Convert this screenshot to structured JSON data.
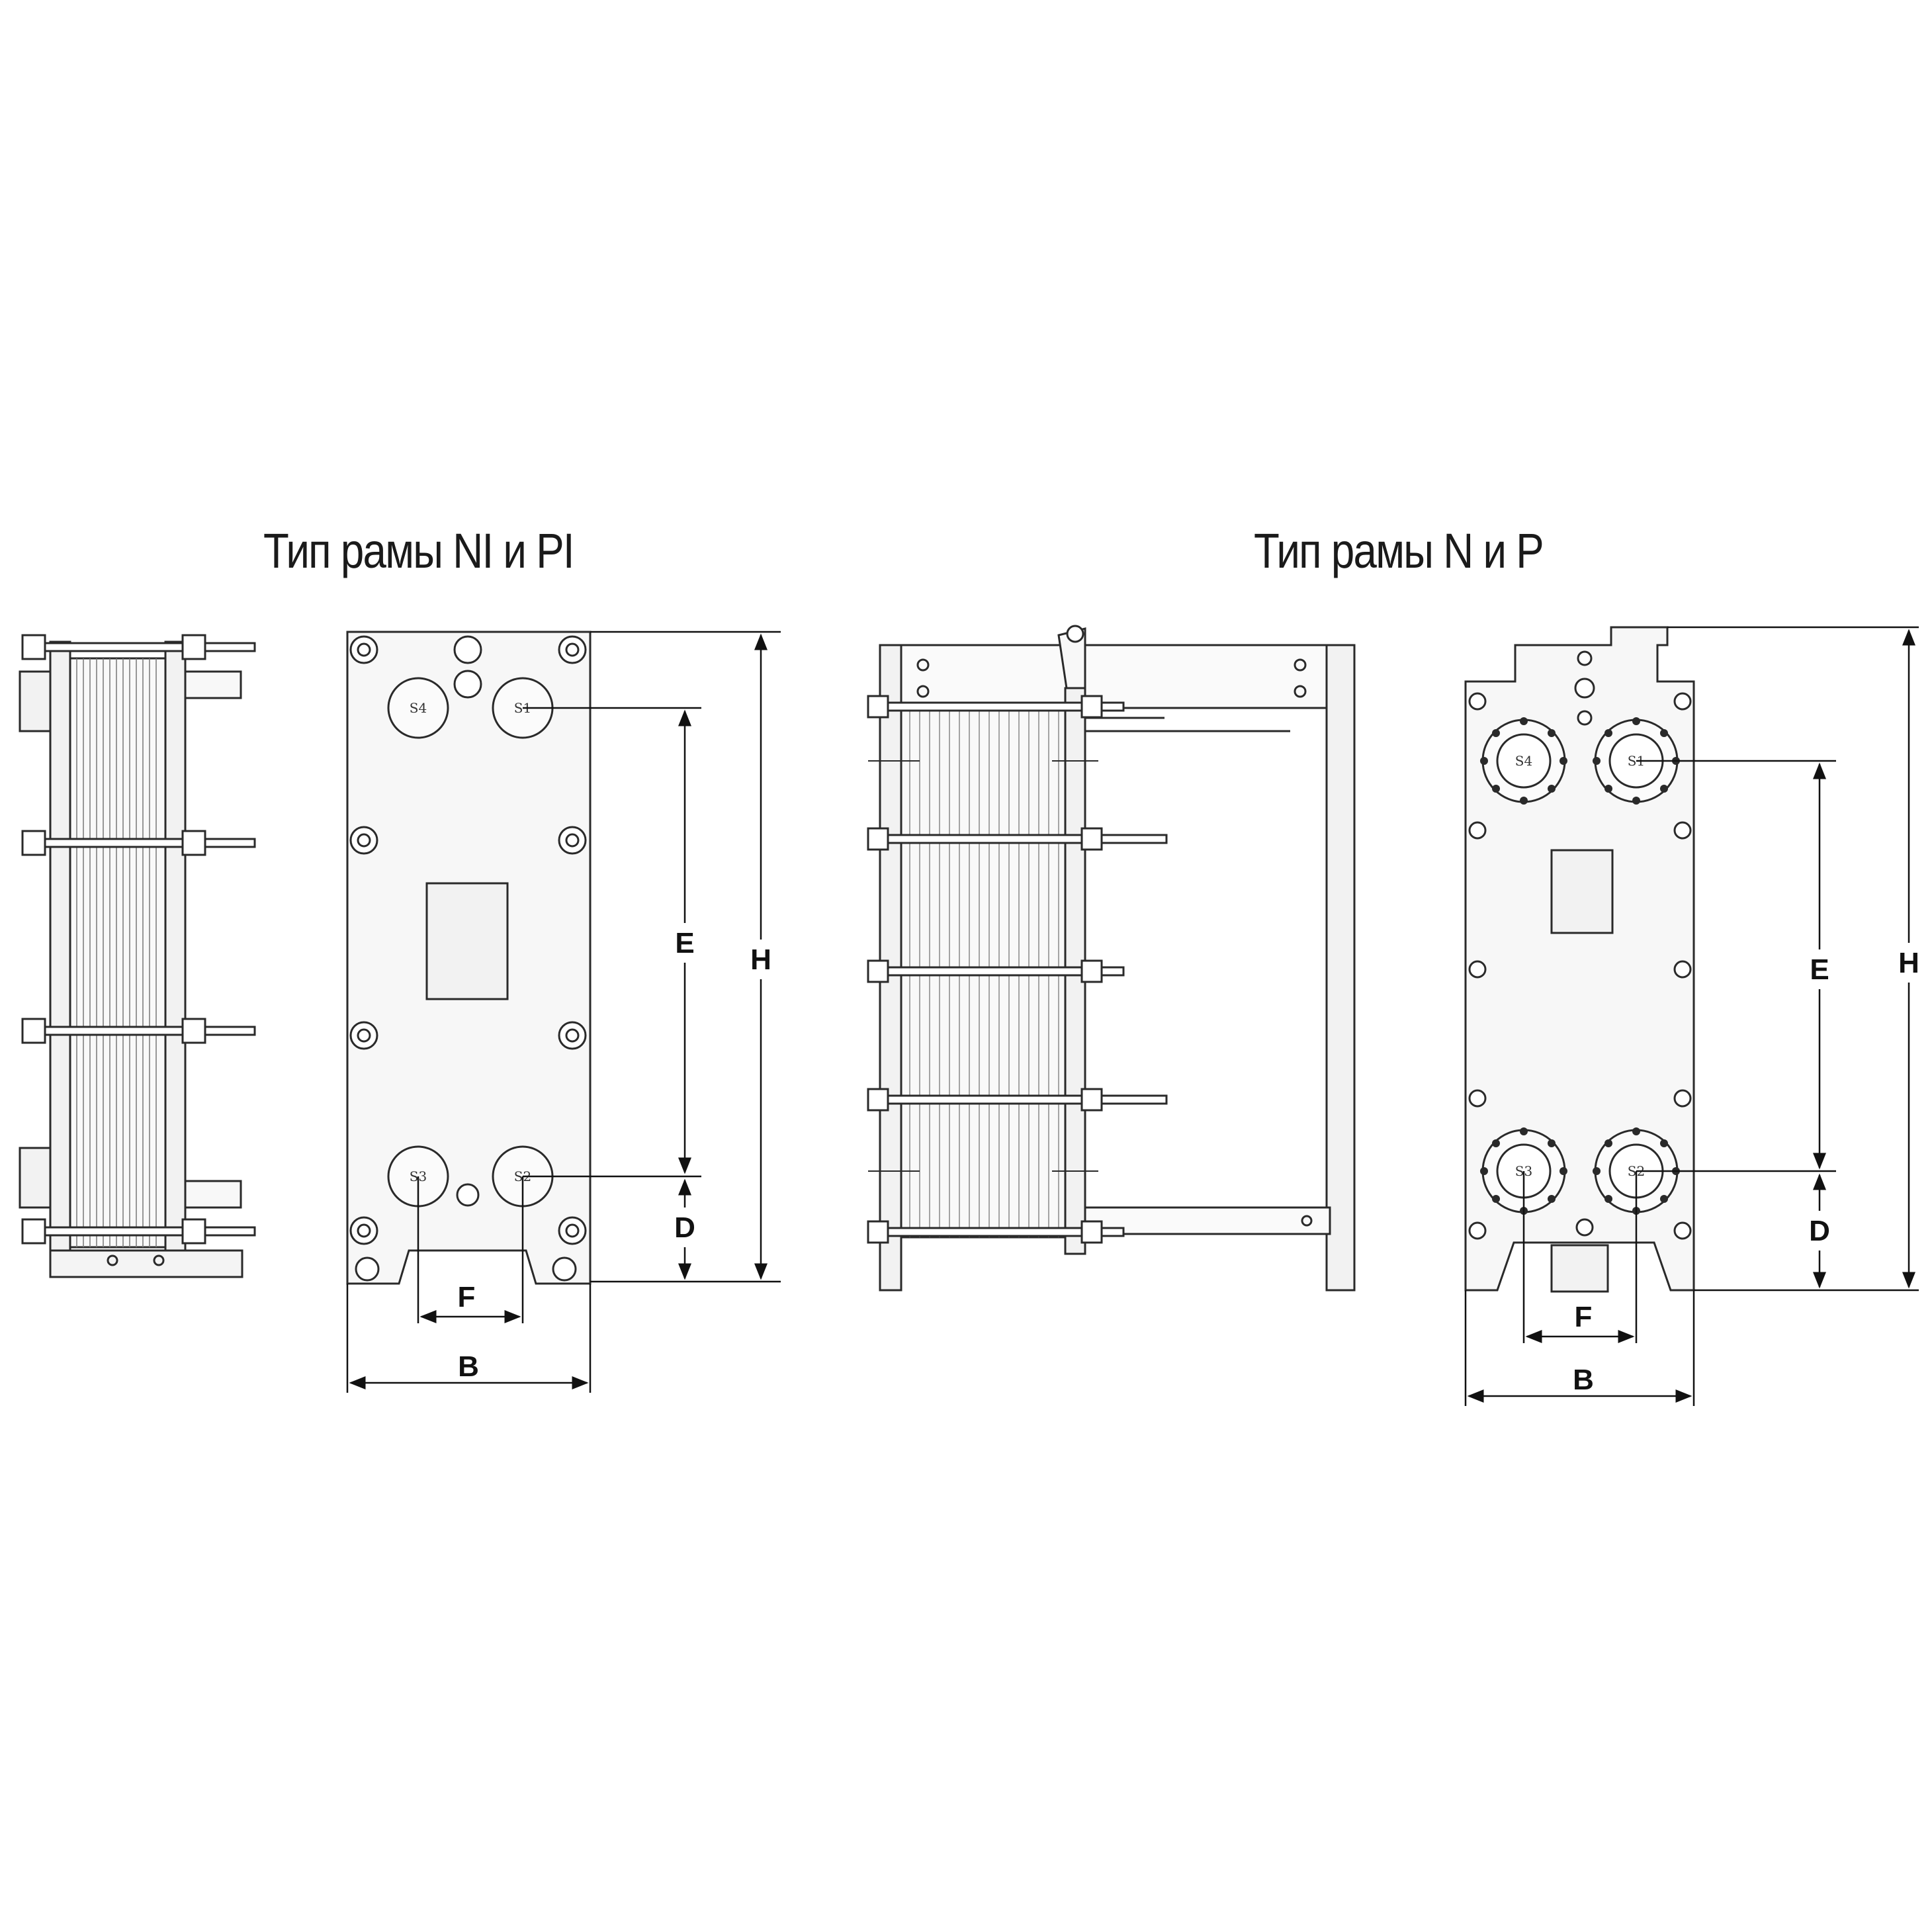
{
  "titles": {
    "left": "Тип рамы NI и PI",
    "right": "Тип рамы N и P"
  },
  "dimensions": {
    "E": "E",
    "H": "H",
    "D": "D",
    "F": "F",
    "B": "B"
  },
  "ports": {
    "s1": "S1",
    "s2": "S2",
    "s3": "S3",
    "s4": "S4"
  },
  "colors": {
    "line": "#2a2a2a",
    "plate_fill": "#f7f7f7",
    "background": "#ffffff"
  }
}
